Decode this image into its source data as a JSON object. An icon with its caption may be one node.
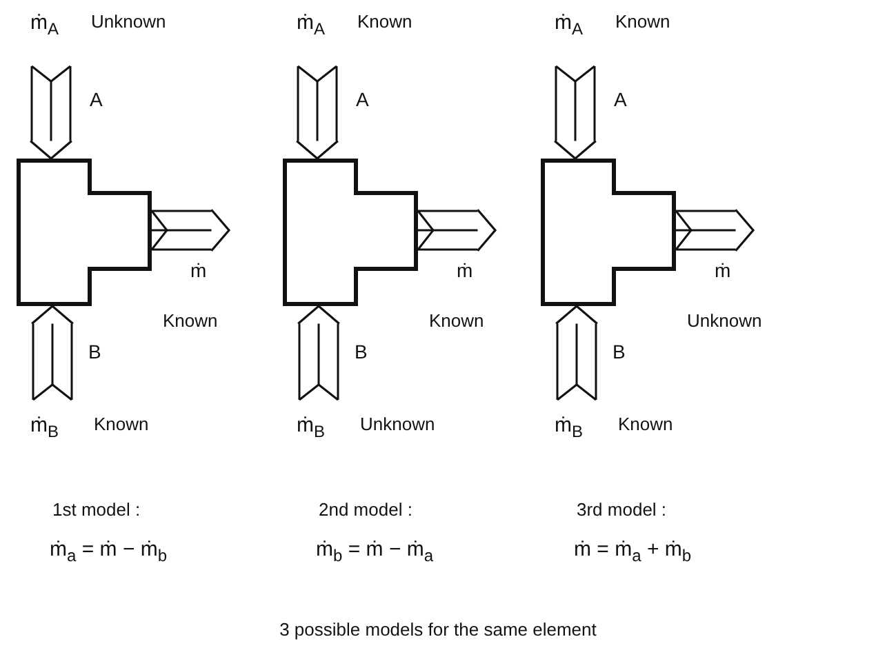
{
  "diagram": {
    "caption": "3 possible models for the same element",
    "nodes": [
      {
        "text": [],
        "shape": "box"
      },
      {
        "text": [],
        "shape": "box"
      },
      {
        "text": [],
        "shape": "box"
      }
    ],
    "edges": [
      {
        "from": null,
        "to": 0,
        "arrow": "to",
        "label": "A"
      },
      {
        "from": null,
        "to": 0,
        "arrow": "to",
        "label": "B"
      },
      {
        "from": 0,
        "to": null,
        "arrow": "to",
        "label": "ṁ"
      },
      {
        "from": null,
        "to": 1,
        "arrow": "to",
        "label": "A"
      },
      {
        "from": null,
        "to": 1,
        "arrow": "to",
        "label": "B"
      },
      {
        "from": 1,
        "to": null,
        "arrow": "to",
        "label": "ṁ"
      },
      {
        "from": null,
        "to": 2,
        "arrow": "to",
        "label": "A"
      },
      {
        "from": null,
        "to": 2,
        "arrow": "to",
        "label": "B"
      },
      {
        "from": 2,
        "to": null,
        "arrow": "to",
        "label": "ṁ"
      }
    ],
    "labels": [
      "ṁ$_{A}$",
      "Unknown",
      "Known",
      "ṁ$_{B}$",
      "Known",
      "1st model :",
      "ṁ$_{a}$ = ṁ − ṁ$_{b}$",
      "ṁ$_{A}$",
      "Known",
      "Known",
      "ṁ$_{B}$",
      "Unknown",
      "2nd model :",
      "ṁ$_{b}$ = ṁ − ṁ$_{a}$",
      "ṁ$_{A}$",
      "Known",
      "Unknown",
      "ṁ$_{B}$",
      "Known",
      "3rd model :",
      "ṁ = ṁ$_{a}$ + ṁ$_{b}$"
    ]
  }
}
